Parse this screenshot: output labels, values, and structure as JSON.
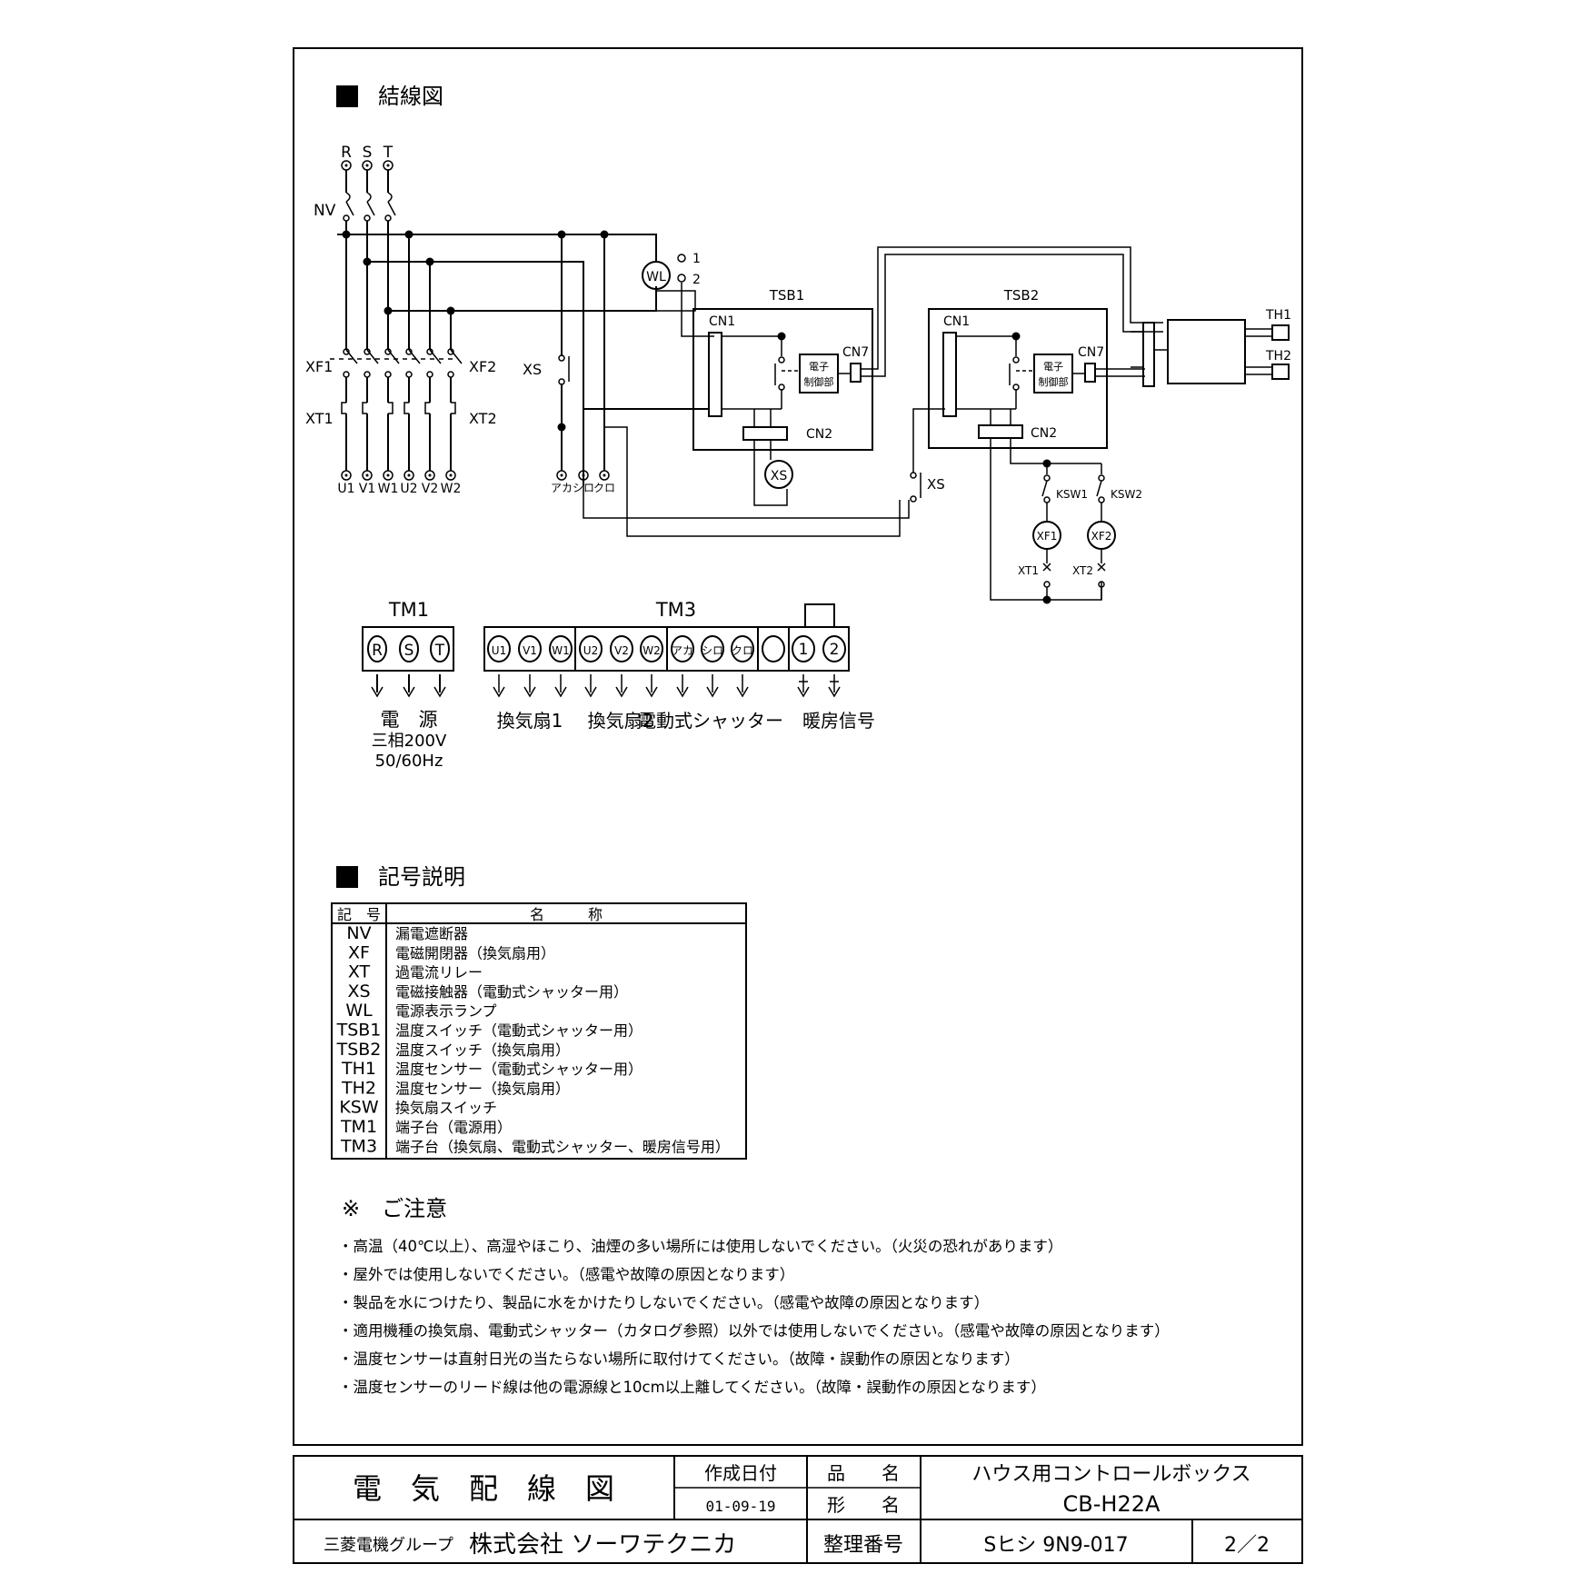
{
  "sections": {
    "wiring_title": "結線図",
    "legend_title": "記号説明",
    "notes_title": "※　ご注意"
  },
  "diagram": {
    "phases": [
      "R",
      "S",
      "T"
    ],
    "nv": "NV",
    "xf1": "XF1",
    "xf2": "XF2",
    "xt1": "XT1",
    "xt2": "XT2",
    "xs": "XS",
    "wl": "WL",
    "wl_terminals": [
      "1",
      "2"
    ],
    "outputs": [
      "U1",
      "V1",
      "W1",
      "U2",
      "V2",
      "W2"
    ],
    "shutter_wires": [
      "アカ",
      "シロ",
      "クロ"
    ],
    "tsb1": "TSB1",
    "tsb2": "TSB2",
    "cn1": "CN1",
    "cn2": "CN2",
    "cn7": "CN7",
    "controller": [
      "電子",
      "制御部"
    ],
    "th1": "TH1",
    "th2": "TH2",
    "ksw1": "KSW1",
    "ksw2": "KSW2",
    "xf1_coil": "XF1",
    "xf2_coil": "XF2",
    "xt1_contact": "XT1",
    "xt2_contact": "XT2",
    "xs_coil": "XS",
    "xs_contact": "XS"
  },
  "tm1": {
    "title": "TM1",
    "terminals": [
      "R",
      "S",
      "T"
    ],
    "caption": [
      "電　源",
      "三相200V",
      "50/60Hz"
    ]
  },
  "tm3": {
    "title": "TM3",
    "terminals": [
      "U1",
      "V1",
      "W1",
      "U2",
      "V2",
      "W2",
      "アカ",
      "シロ",
      "クロ",
      "",
      "1",
      "2"
    ],
    "captions": [
      "換気扇1",
      "換気扇2",
      "電動式シャッター",
      "暖房信号"
    ]
  },
  "legend": {
    "header": [
      "記　号",
      "名　　　称"
    ],
    "rows": [
      {
        "code": "NV",
        "name": "漏電遮断器"
      },
      {
        "code": "XF",
        "name": "電磁開閉器（換気扇用）"
      },
      {
        "code": "XT",
        "name": "過電流リレー"
      },
      {
        "code": "XS",
        "name": "電磁接触器（電動式シャッター用）"
      },
      {
        "code": "WL",
        "name": "電源表示ランプ"
      },
      {
        "code": "TSB1",
        "name": "温度スイッチ（電動式シャッター用）"
      },
      {
        "code": "TSB2",
        "name": "温度スイッチ（換気扇用）"
      },
      {
        "code": "TH1",
        "name": "温度センサー（電動式シャッター用）"
      },
      {
        "code": "TH2",
        "name": "温度センサー（換気扇用）"
      },
      {
        "code": "KSW",
        "name": "換気扇スイッチ"
      },
      {
        "code": "TM1",
        "name": "端子台（電源用）"
      },
      {
        "code": "TM3",
        "name": "端子台（換気扇、電動式シャッター、暖房信号用）"
      }
    ]
  },
  "notes": [
    "・高温（40℃以上）、高湿やほこり、油煙の多い場所には使用しないでください。（火災の恐れがあります）",
    "・屋外では使用しないでください。（感電や故障の原因となります）",
    "・製品を水につけたり、製品に水をかけたりしないでください。（感電や故障の原因となります）",
    "・適用機種の換気扇、電動式シャッター（カタログ参照）以外では使用しないでください。（感電や故障の原因となります）",
    "・温度センサーは直射日光の当たらない場所に取付けてください。（故障・誤動作の原因となります）",
    "・温度センサーのリード線は他の電源線と10cm以上離してください。（故障・誤動作の原因となります）"
  ],
  "title_block": {
    "drawing_title": "電　気　配　線　図",
    "created_label": "作成日付",
    "created_date": "01-09-19",
    "product_label": "品　　名",
    "model_label": "形　　名",
    "product_name": "ハウス用コントロールボックス",
    "model_name": "CB-H22A",
    "group": "三菱電機グループ",
    "company": "株式会社 ソーワテクニカ",
    "ref_label": "整理番号",
    "ref_number": "Sヒシ 9N9-017",
    "page": "2／2"
  }
}
